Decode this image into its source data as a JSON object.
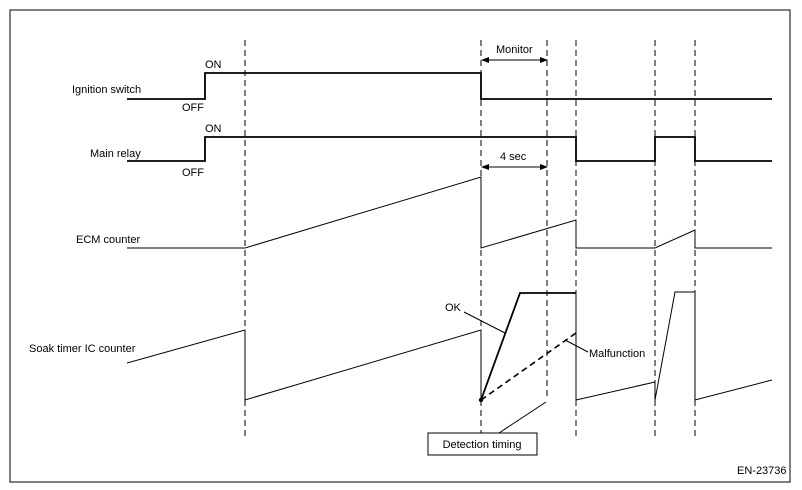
{
  "figure_id": "EN-23736",
  "signals": {
    "ignition": {
      "label": "Ignition switch",
      "on": "ON",
      "off": "OFF"
    },
    "main_relay": {
      "label": "Main relay",
      "on": "ON",
      "off": "OFF"
    },
    "ecm": {
      "label": "ECM counter"
    },
    "soak": {
      "label": "Soak timer IC counter"
    }
  },
  "annotations": {
    "monitor": "Monitor",
    "four_sec": "4 sec",
    "ok": "OK",
    "malfunction": "Malfunction",
    "detection_timing": "Detection timing"
  }
}
